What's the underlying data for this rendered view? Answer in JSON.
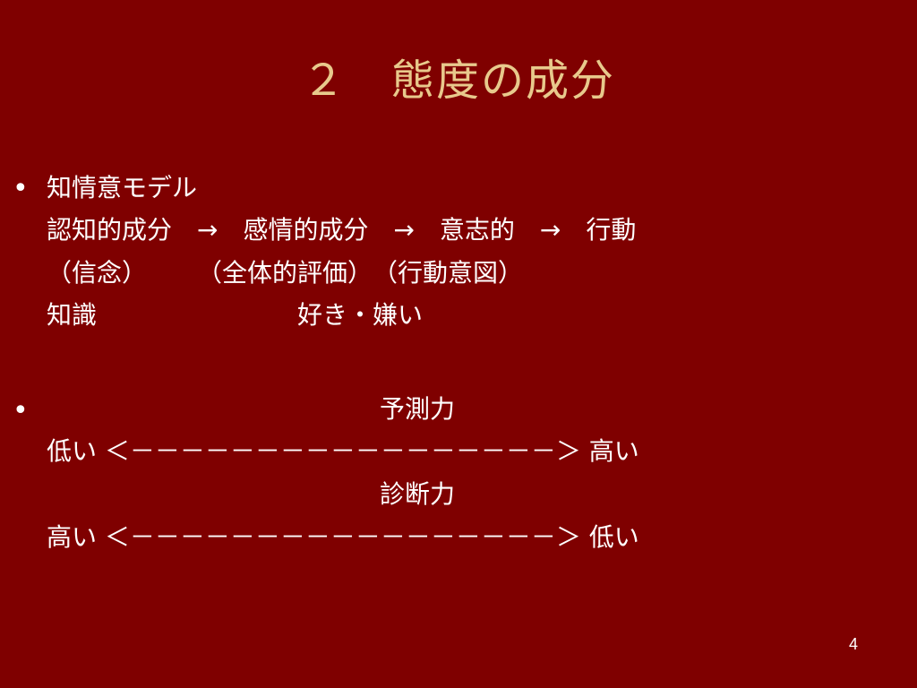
{
  "slide": {
    "title": "２　態度の成分",
    "page_number": "4"
  },
  "bullets": {
    "marker": "•"
  },
  "section1": {
    "heading": "知情意モデル",
    "line1": "認知的成分　→　感情的成分　→　意志的　→　行動",
    "line2": "（信念）　　　（全体的評価）　（行動意図）",
    "line3": "知識　　　　　　　　好き・嫌い"
  },
  "section2": {
    "predictive_label": "予測力",
    "predictive_scale": "低い ＜－－－－－－－－－－－－－－－－－＞ 高い",
    "diagnostic_label": "診断力",
    "diagnostic_scale": "高い ＜－－－－－－－－－－－－－－－－－＞ 低い"
  },
  "colors": {
    "background": "#7f0000",
    "title": "#e8c98c",
    "text": "#ffffff"
  }
}
